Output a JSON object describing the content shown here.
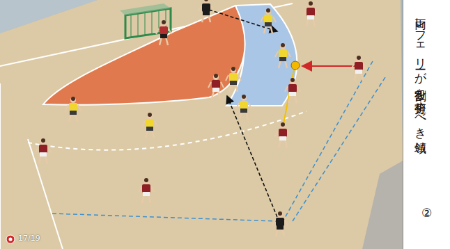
{
  "diagram": {
    "title": "両レフェリーが 役割を分担すべき領域",
    "labels": [
      "②",
      "17/19"
    ]
  }
}
